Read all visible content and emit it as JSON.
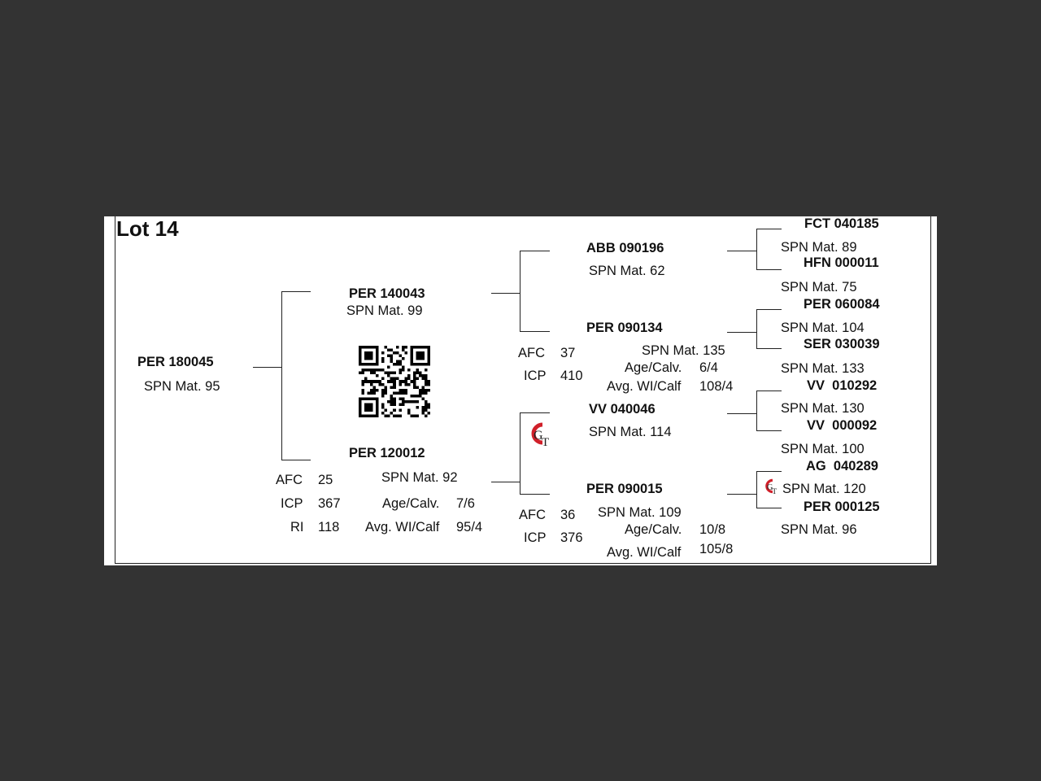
{
  "title": "Lot 14",
  "subject": {
    "id": "PER 180045",
    "spn": "SPN Mat. 95"
  },
  "sire": {
    "id": "PER 140043",
    "spn": "SPN Mat. 99"
  },
  "dam": {
    "id": "PER 120012",
    "spn": "SPN Mat. 92",
    "stats": {
      "afc_label": "AFC",
      "afc": "25",
      "icp_label": "ICP",
      "icp": "367",
      "ri_label": "RI",
      "ri": "118",
      "age_label": "Age/Calv.",
      "age": "7/6",
      "wt_label": "Avg. WI/Calf",
      "wt": "95/4"
    }
  },
  "sire_sire": {
    "id": "ABB 090196",
    "spn": "SPN Mat. 62"
  },
  "sire_dam": {
    "id": "PER 090134",
    "spn": "SPN Mat. 135",
    "stats": {
      "afc_label": "AFC",
      "afc": "37",
      "icp_label": "ICP",
      "icp": "410",
      "age_label": "Age/Calv.",
      "age": "6/4",
      "wt_label": "Avg. WI/Calf",
      "wt": "108/4"
    }
  },
  "dam_sire": {
    "id": "VV  040046",
    "spn": "SPN Mat. 114"
  },
  "dam_dam": {
    "id": "PER 090015",
    "spn": "SPN Mat. 109",
    "stats": {
      "afc_label": "AFC",
      "afc": "36",
      "icp_label": "ICP",
      "icp": "376",
      "age_label": "Age/Calv.",
      "age": "10/8",
      "wt_label": "Avg. WI/Calf",
      "wt": "105/8"
    }
  },
  "gen3": [
    {
      "id": "FCT 040185",
      "spn": "SPN Mat. 89"
    },
    {
      "id": "HFN 000011",
      "spn": "SPN Mat. 75"
    },
    {
      "id": "PER 060084",
      "spn": "SPN Mat. 104"
    },
    {
      "id": "SER 030039",
      "spn": "SPN Mat. 133"
    },
    {
      "id": "VV  010292",
      "spn": "SPN Mat. 130"
    },
    {
      "id": "VV  000092",
      "spn": "SPN Mat. 100"
    },
    {
      "id": "AG  040289",
      "spn": "SPN Mat. 120"
    },
    {
      "id": "PER 000125",
      "spn": "SPN Mat. 96"
    }
  ],
  "logo_text": "GT",
  "colors": {
    "background": "#333333",
    "paper": "#ffffff",
    "logo_red": "#d0202a"
  }
}
